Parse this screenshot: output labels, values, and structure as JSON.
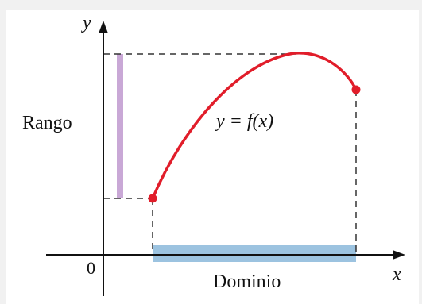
{
  "diagram": {
    "y_axis_label": "y",
    "x_axis_label": "x",
    "origin_label": "0",
    "range_label": "Rango",
    "domain_label": "Dominio",
    "function_label": "y = f(x)",
    "colors": {
      "curve": "#e11d2a",
      "range_bar": "#c9a8d6",
      "domain_bar": "#9cc3e0",
      "axes": "#111111",
      "dashed": "#333333",
      "background": "#ffffff"
    }
  }
}
